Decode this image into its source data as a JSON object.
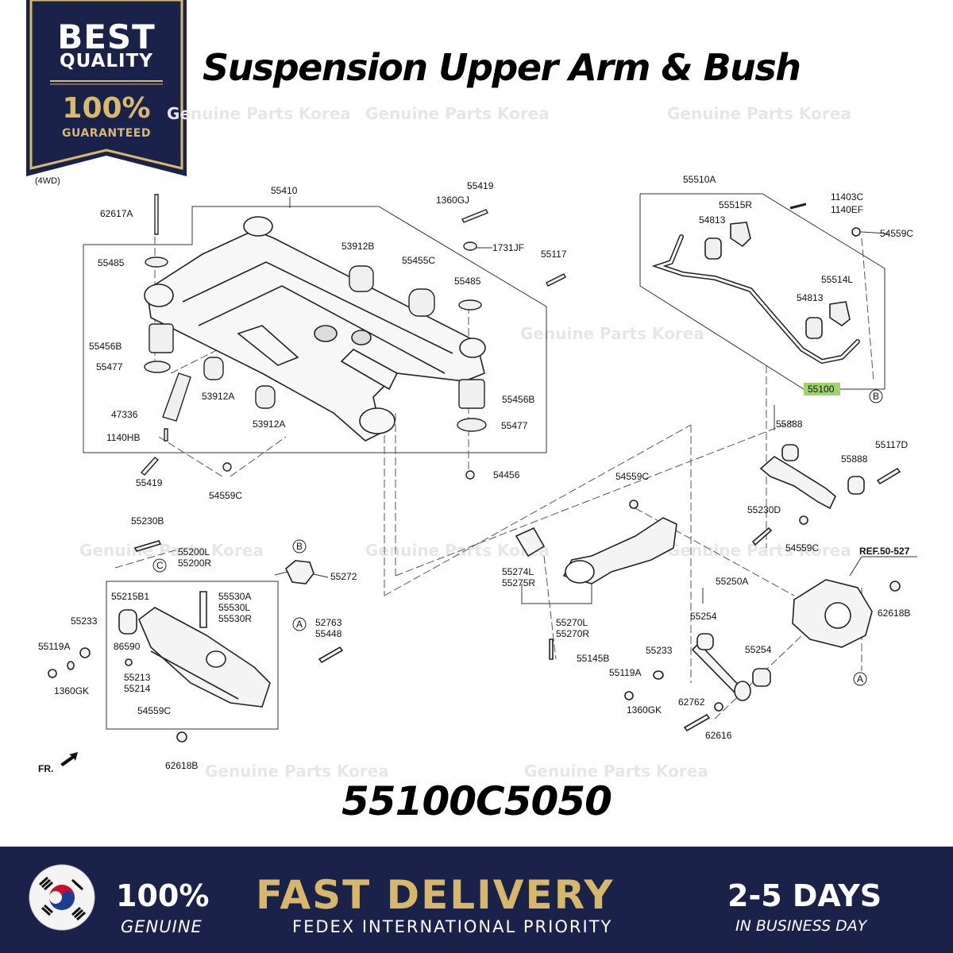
{
  "badge": {
    "best": "BEST",
    "quality": "QUALITY",
    "percent": "100%",
    "guaranteed": "GUARANTEED"
  },
  "title": "Suspension Upper Arm & Bush",
  "variant_label": "(4WD)",
  "watermark": "Genuine Parts Korea",
  "part_number": "55100C5050",
  "highlight_color": "#9fd46b",
  "banner": {
    "genuine_percent": "100%",
    "genuine_label": "GENUINE",
    "fast_delivery": "FAST DELIVERY",
    "fedex": "FEDEX INTERNATIONAL PRIORITY",
    "days": "2-5 DAYS",
    "business_day": "IN BUSINESS DAY",
    "navy": "#1b2249",
    "gold": "#d8b76a"
  },
  "diagram": {
    "labels": {
      "p62617A": "62617A",
      "p55410": "55410",
      "p55419a": "55419",
      "p1360GJ": "1360GJ",
      "p55485a": "55485",
      "p53912B": "53912B",
      "p1731JF": "1731JF",
      "p55455C": "55455C",
      "p55117": "55117",
      "p55485b": "55485",
      "p55456Ba": "55456B",
      "p55477a": "55477",
      "p53912Aa": "53912A",
      "p47336": "47336",
      "p1140HB": "1140HB",
      "p53912Ab": "53912A",
      "p55456Bb": "55456B",
      "p55477b": "55477",
      "p55419b": "55419",
      "p54559Ca": "54559C",
      "p54456": "54456",
      "p55510A": "55510A",
      "p55515R": "55515R",
      "p11403C": "11403C",
      "p1140EF": "1140EF",
      "p54813a": "54813",
      "p54559Cb": "54559C",
      "p55514L": "55514L",
      "p54813b": "54813",
      "pB1": "B",
      "p55100": "55100",
      "p55888a": "55888",
      "p55117D": "55117D",
      "p55888b": "55888",
      "p54559Cc": "54559C",
      "p55230D": "55230D",
      "p54559Cd": "54559C",
      "pREF": "REF.50-527",
      "p55274L": "55274L",
      "p55275R": "55275R",
      "p55270L": "55270L",
      "p55270R": "55270R",
      "p55145B": "55145B",
      "p55250A": "55250A",
      "p55254a": "55254",
      "p55254b": "55254",
      "p62618Ba": "62618B",
      "p55233b": "55233",
      "p55119Ab": "55119A",
      "p1360GKb": "1360GK",
      "p62762": "62762",
      "p62616": "62616",
      "pA2": "A",
      "p55230B": "55230B",
      "p55200L": "55200L",
      "p55200R": "55200R",
      "pB2": "B",
      "p55272": "55272",
      "pC": "C",
      "p55215B1": "55215B1",
      "p55530A": "55530A",
      "p55530L": "55530L",
      "p55530R": "55530R",
      "p55233a": "55233",
      "p86590": "86590",
      "p52763": "52763",
      "p55448": "55448",
      "pA1": "A",
      "p55119Aa": "55119A",
      "p1360GKa": "1360GK",
      "p55213": "55213",
      "p55214": "55214",
      "p54559Ce": "54559C",
      "p62618Bb": "62618B",
      "pFR": "FR."
    }
  }
}
